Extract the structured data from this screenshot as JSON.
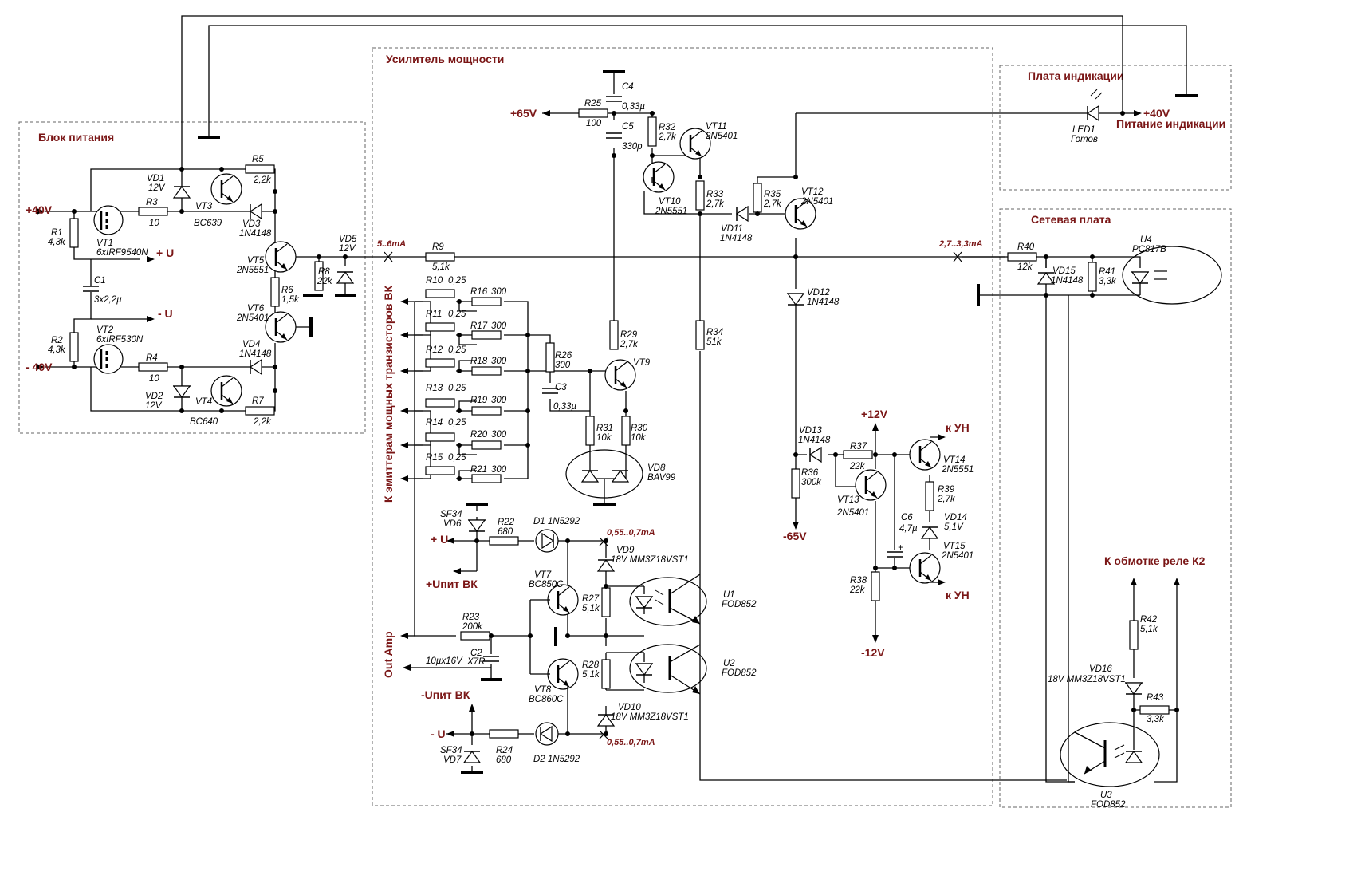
{
  "blocks": {
    "psu": "Блок питания",
    "amp": "Усилитель мощности",
    "ind": "Плата индикации",
    "net": "Сетевая плата"
  },
  "rails": {
    "p40": "+40V",
    "m40": "- 40V",
    "pu": "+ U",
    "mu": "- U",
    "p65": "+65V",
    "m65": "-65V",
    "p12": "+12V",
    "m12": "-12V",
    "p40ind": "+40V",
    "ind_power": "Питание индикации",
    "pu_amp": "+ U",
    "upit_p": "+Uпит ВК",
    "upit_m": "-Uпит ВК",
    "mu_amp": "- U",
    "out_amp": "Out Amp",
    "emitters": "К эмиттерам мощных транзисторов ВК",
    "k_un1": "к УН",
    "k_un2": "к УН",
    "relay": "К обмотке реле К2"
  },
  "currents": {
    "c1": "5..6mA",
    "c2": "2,7..3,3mA",
    "c3": "0,55..0,7mA",
    "c4": "0,55..0,7mA"
  },
  "parts": {
    "VD1": "VD1",
    "VD1v": "12V",
    "VD2": "VD2",
    "VD2v": "12V",
    "VT1": "VT1",
    "VT1v": "6xIRF9540N",
    "VT2": "VT2",
    "VT2v": "6xIRF530N",
    "R1": "R1",
    "R1v": "4,3k",
    "R2": "R2",
    "R2v": "4,3k",
    "R3": "R3",
    "R3v": "10",
    "R4": "R4",
    "R4v": "10",
    "C1": "C1",
    "C1v": "3x2,2µ",
    "VT3": "VT3",
    "VT3v": "BC639",
    "VT4": "VT4",
    "VT4v": "BC640",
    "R5": "R5",
    "R5v": "2,2k",
    "R7": "R7",
    "R7v": "2,2k",
    "VD3": "VD3",
    "VD3v": "1N4148",
    "VD4": "VD4",
    "VD4v": "1N4148",
    "VT5": "VT5",
    "VT5v": "2N5551",
    "VT6": "VT6",
    "VT6v": "2N5401",
    "R6": "R6",
    "R6v": "1,5k",
    "R8": "R8",
    "R8v": "22k",
    "VD5": "VD5",
    "VD5v": "12V",
    "R25": "R25",
    "R25v": "100",
    "C4": "C4",
    "C4v": "0,33µ",
    "C5": "C5",
    "C5v": "330p",
    "R32": "R32",
    "R32v": "2,7k",
    "VT11": "VT11",
    "VT11v": "2N5401",
    "VT10": "VT10",
    "VT10v": "2N5551",
    "R33": "R33",
    "R33v": "2,7k",
    "VD11": "VD11",
    "VD11v": "1N4148",
    "R35": "R35",
    "R35v": "2,7k",
    "VT12": "VT12",
    "VT12v": "2N5401",
    "R9": "R9",
    "R9v": "5,1k",
    "R10": "R10",
    "R10v": "0,25",
    "R11": "R11",
    "R11v": "0,25",
    "R12": "R12",
    "R12v": "0,25",
    "R13": "R13",
    "R13v": "0,25",
    "R14": "R14",
    "R14v": "0,25",
    "R15": "R15",
    "R15v": "0,25",
    "R16": "R16",
    "R16v": "300",
    "R17": "R17",
    "R17v": "300",
    "R18": "R18",
    "R18v": "300",
    "R19": "R19",
    "R19v": "300",
    "R20": "R20",
    "R20v": "300",
    "R21": "R21",
    "R21v": "300",
    "R26": "R26",
    "R26v": "300",
    "C3": "C3",
    "C3v": "0,33µ",
    "R29": "R29",
    "R29v": "2,7k",
    "VT9": "VT9",
    "R31": "R31",
    "R31v": "10k",
    "R30": "R30",
    "R30v": "10k",
    "VD8": "VD8",
    "VD8v": "BAV99",
    "R34": "R34",
    "R34v": "51k",
    "VD12": "VD12",
    "VD12v": "1N4148",
    "VD13": "VD13",
    "VD13v": "1N4148",
    "R36": "R36",
    "R36v": "300k",
    "R37": "R37",
    "R37v": "22k",
    "VT13": "VT13",
    "VT13v": "2N5401",
    "VT14": "VT14",
    "VT14v": "2N5551",
    "R39": "R39",
    "R39v": "2,7k",
    "VD14": "VD14",
    "VD14v": "5,1V",
    "C6": "C6",
    "C6v": "4,7µ",
    "VT15": "VT15",
    "VT15v": "2N5401",
    "R38": "R38",
    "R38v": "22k",
    "VD6": "VD6",
    "VD6t": "SF34",
    "R22": "R22",
    "R22v": "680",
    "D1": "D1 1N5292",
    "VD9": "VD9",
    "VD9v": "18V MM3Z18VST1",
    "VT7": "VT7",
    "VT7v": "BC850C",
    "R27": "R27",
    "R27v": "5,1k",
    "U1": "U1",
    "U1v": "FOD852",
    "R23": "R23",
    "R23v": "200k",
    "C2": "C2",
    "C2v": "X7R",
    "C2d": "10µx16V",
    "R28": "R28",
    "R28v": "5,1k",
    "U2": "U2",
    "U2v": "FOD852",
    "VT8": "VT8",
    "VT8v": "BC860C",
    "VD10": "VD10",
    "VD10v": "18V MM3Z18VST1",
    "VD7": "VD7",
    "VD7t": "SF34",
    "R24": "R24",
    "R24v": "680",
    "D2": "D2 1N5292",
    "LED1": "LED1",
    "LED1v": "Готов",
    "R40": "R40",
    "R40v": "12k",
    "VD15": "VD15",
    "VD15v": "1N4148",
    "R41": "R41",
    "R41v": "3,3k",
    "U4": "U4",
    "U4v": "PC817B",
    "R42": "R42",
    "R42v": "5,1k",
    "VD16": "VD16",
    "VD16v": "18V MM3Z18VST1",
    "R43": "R43",
    "R43v": "3,3k",
    "U3": "U3",
    "U3v": "FOD852"
  }
}
